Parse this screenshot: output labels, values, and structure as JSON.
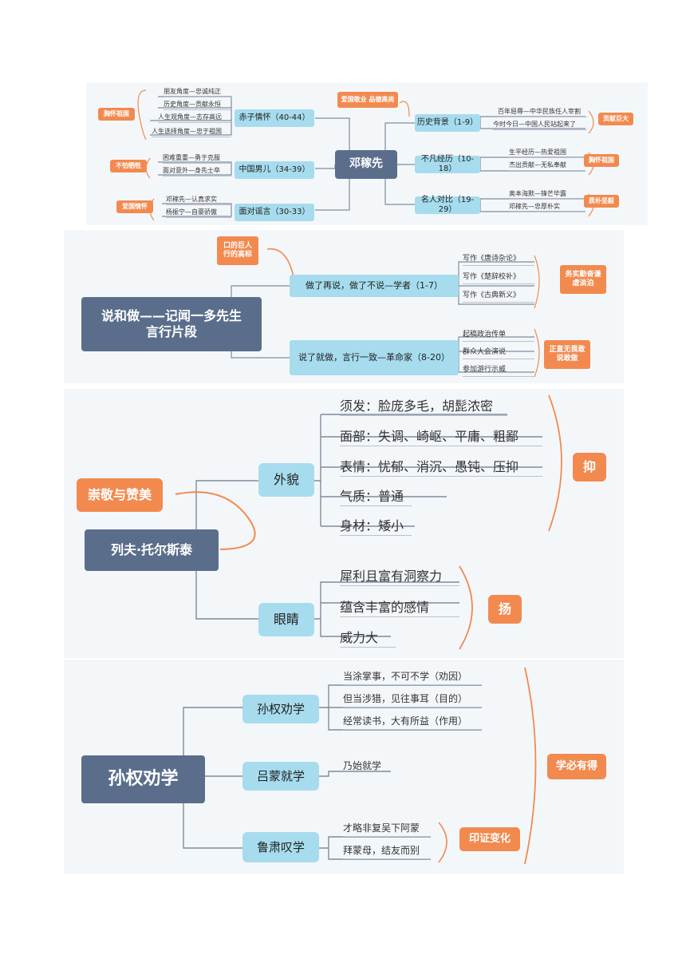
{
  "colors": {
    "root": "#5a6e8c",
    "branch": "#a6dcee",
    "tag": "#f28a4f",
    "line": "#7f8c9b"
  },
  "map1": {
    "root": "邓稼先",
    "branches": [
      {
        "label": "赤子情怀（40-44）",
        "leaves": [
          "朋友角度—忠诚纯正",
          "历史角度—贡献永恒",
          "人生观角度—志存高远",
          "人生选择角度—忠于祖国"
        ],
        "tag": "胸怀祖国"
      },
      {
        "label": "中国男儿（34-39）",
        "leaves": [
          "困难重重—勇于克服",
          "面对意外—身先士卒"
        ],
        "tag": "不怕牺牲"
      },
      {
        "label": "面对谣言（30-33）",
        "leaves": [
          "邓稼先—认真求实",
          "杨振宁—自豪骄傲"
        ],
        "tag": "爱国情怀"
      },
      {
        "label": "历史背景（1-9）",
        "leaves": [
          "百年屈辱—中华民族任人宰割",
          "今时今日—中国人民站起来了"
        ],
        "tag": "贡献巨大"
      },
      {
        "label": "不凡经历（10-18）",
        "leaves": [
          "生平经历—热爱祖国",
          "杰出贡献—无私奉献"
        ],
        "tag": "胸怀祖国"
      },
      {
        "label": "名人对比（19-29）",
        "leaves": [
          "奥本海默—锋芒毕露",
          "邓稼先—忠厚朴实"
        ],
        "tag": "质朴坚毅"
      }
    ],
    "topTag": "爱国敬业 品德高尚"
  },
  "map2": {
    "root": "说和做——记闻一多先生言行片段",
    "topTag": "口的巨人行的高标",
    "branches": [
      {
        "label": "做了再说，做了不说—学者（1-7）",
        "leaves": [
          "写作《唐诗杂论》",
          "写作《楚辞校补》",
          "写作《古典新义》"
        ],
        "tag": "务实勤奋谦虚淡泊"
      },
      {
        "label": "说了就做，言行一致—革命家（8-20）",
        "leaves": [
          "起稿政治传单",
          "群众大会演说",
          "参加游行示威"
        ],
        "tag": "正直无畏敢说敢做"
      }
    ]
  },
  "map3": {
    "root": "列夫·托尔斯泰",
    "topTag": "崇敬与赞美",
    "branches": [
      {
        "label": "外貌",
        "leaves": [
          "须发：脸庞多毛，胡髭浓密",
          "面部：失调、崎岖、平庸、粗鄙",
          "表情：忧郁、消沉、愚钝、压抑",
          "气质：普通",
          "身材：矮小"
        ],
        "tag": "抑"
      },
      {
        "label": "眼睛",
        "leaves": [
          "犀利且富有洞察力",
          "蕴含丰富的感情",
          "威力大"
        ],
        "tag": "扬"
      }
    ]
  },
  "map4": {
    "root": "孙权劝学",
    "rightTag": "学必有得",
    "branches": [
      {
        "label": "孙权劝学",
        "leaves": [
          "当涂掌事，不可不学（劝因）",
          "但当涉猎，见往事耳（目的）",
          "经常读书，大有所益（作用）"
        ]
      },
      {
        "label": "吕蒙就学",
        "leaves": [
          "乃始就学"
        ]
      },
      {
        "label": "鲁肃叹学",
        "leaves": [
          "才略非复吴下阿蒙",
          "拜蒙母，结友而别"
        ],
        "tag": "印证变化"
      }
    ]
  }
}
